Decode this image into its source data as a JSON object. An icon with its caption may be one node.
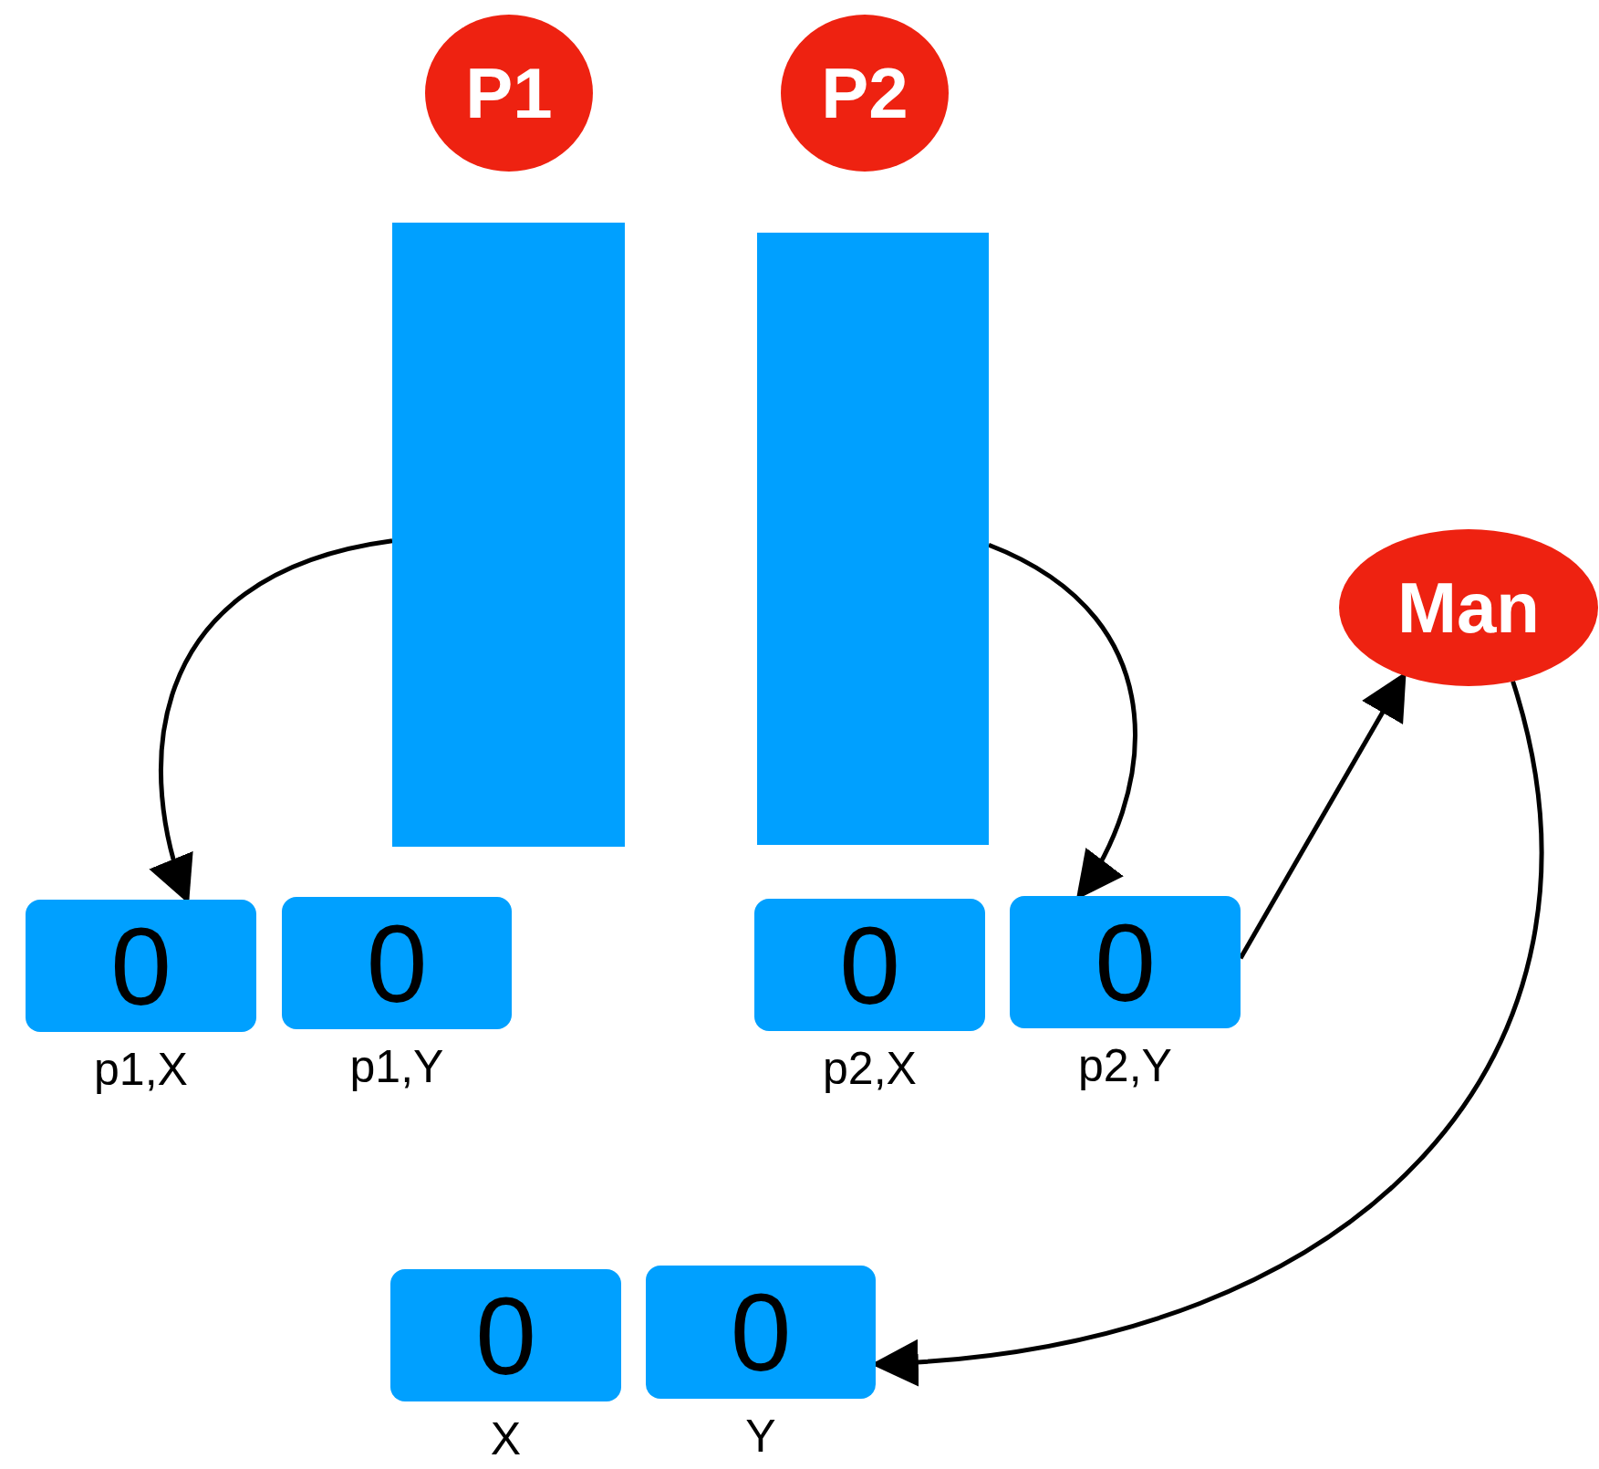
{
  "diagram": {
    "nodes": [
      {
        "text": [
          "P1"
        ]
      },
      {
        "text": [
          "P2"
        ]
      },
      {
        "text": [],
        "shape": "bar"
      },
      {
        "text": [],
        "shape": "bar"
      },
      {
        "text": [
          "Man"
        ]
      },
      {
        "text": [
          "0"
        ],
        "beside": [
          "p1,X"
        ]
      },
      {
        "text": [
          "0"
        ],
        "beside": [
          "p1,Y"
        ]
      },
      {
        "text": [
          "0"
        ],
        "beside": [
          "p2,X"
        ]
      },
      {
        "text": [
          "0"
        ],
        "beside": [
          "p2,Y"
        ]
      },
      {
        "text": [
          "0"
        ],
        "beside": [
          "X"
        ]
      },
      {
        "text": [
          "0"
        ],
        "beside": [
          "Y"
        ]
      }
    ],
    "edges": [
      {
        "from": 2,
        "to": 5,
        "arrow": "to"
      },
      {
        "from": 3,
        "to": 8,
        "arrow": "to"
      },
      {
        "from": 8,
        "to": 4,
        "arrow": "to"
      },
      {
        "from": 4,
        "to": 10,
        "arrow": "to"
      }
    ]
  }
}
